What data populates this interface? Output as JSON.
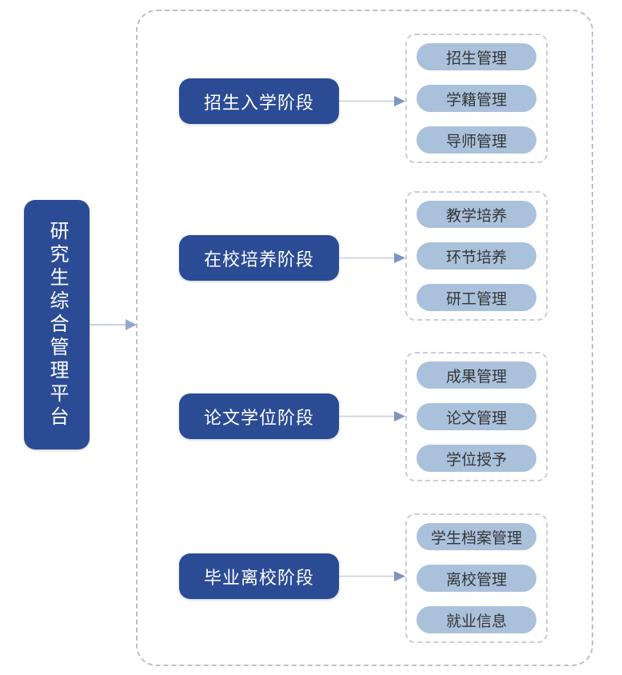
{
  "platform": {
    "label": "研究生综合管理平台"
  },
  "stages": [
    {
      "label": "招生入学阶段",
      "modules": [
        "招生管理",
        "学籍管理",
        "导师管理"
      ]
    },
    {
      "label": "在校培养阶段",
      "modules": [
        "教学培养",
        "环节培养",
        "研工管理"
      ]
    },
    {
      "label": "论文学位阶段",
      "modules": [
        "成果管理",
        "论文管理",
        "学位授予"
      ]
    },
    {
      "label": "毕业离校阶段",
      "modules": [
        "学生档案管理",
        "离校管理",
        "就业信息"
      ]
    }
  ],
  "colors": {
    "primary_blue": "#2b4c94",
    "pill_blue": "#aac1dc",
    "pill_text": "#363636",
    "arrow_line": "#c6ccd6",
    "arrow_head": "#7e95c0",
    "main_arrow_line": "#c5d0e0",
    "main_arrow_head": "#93a9cd",
    "outer_dash_border": "#b7c1cf",
    "group_dash_border": "#c7ccd5"
  }
}
